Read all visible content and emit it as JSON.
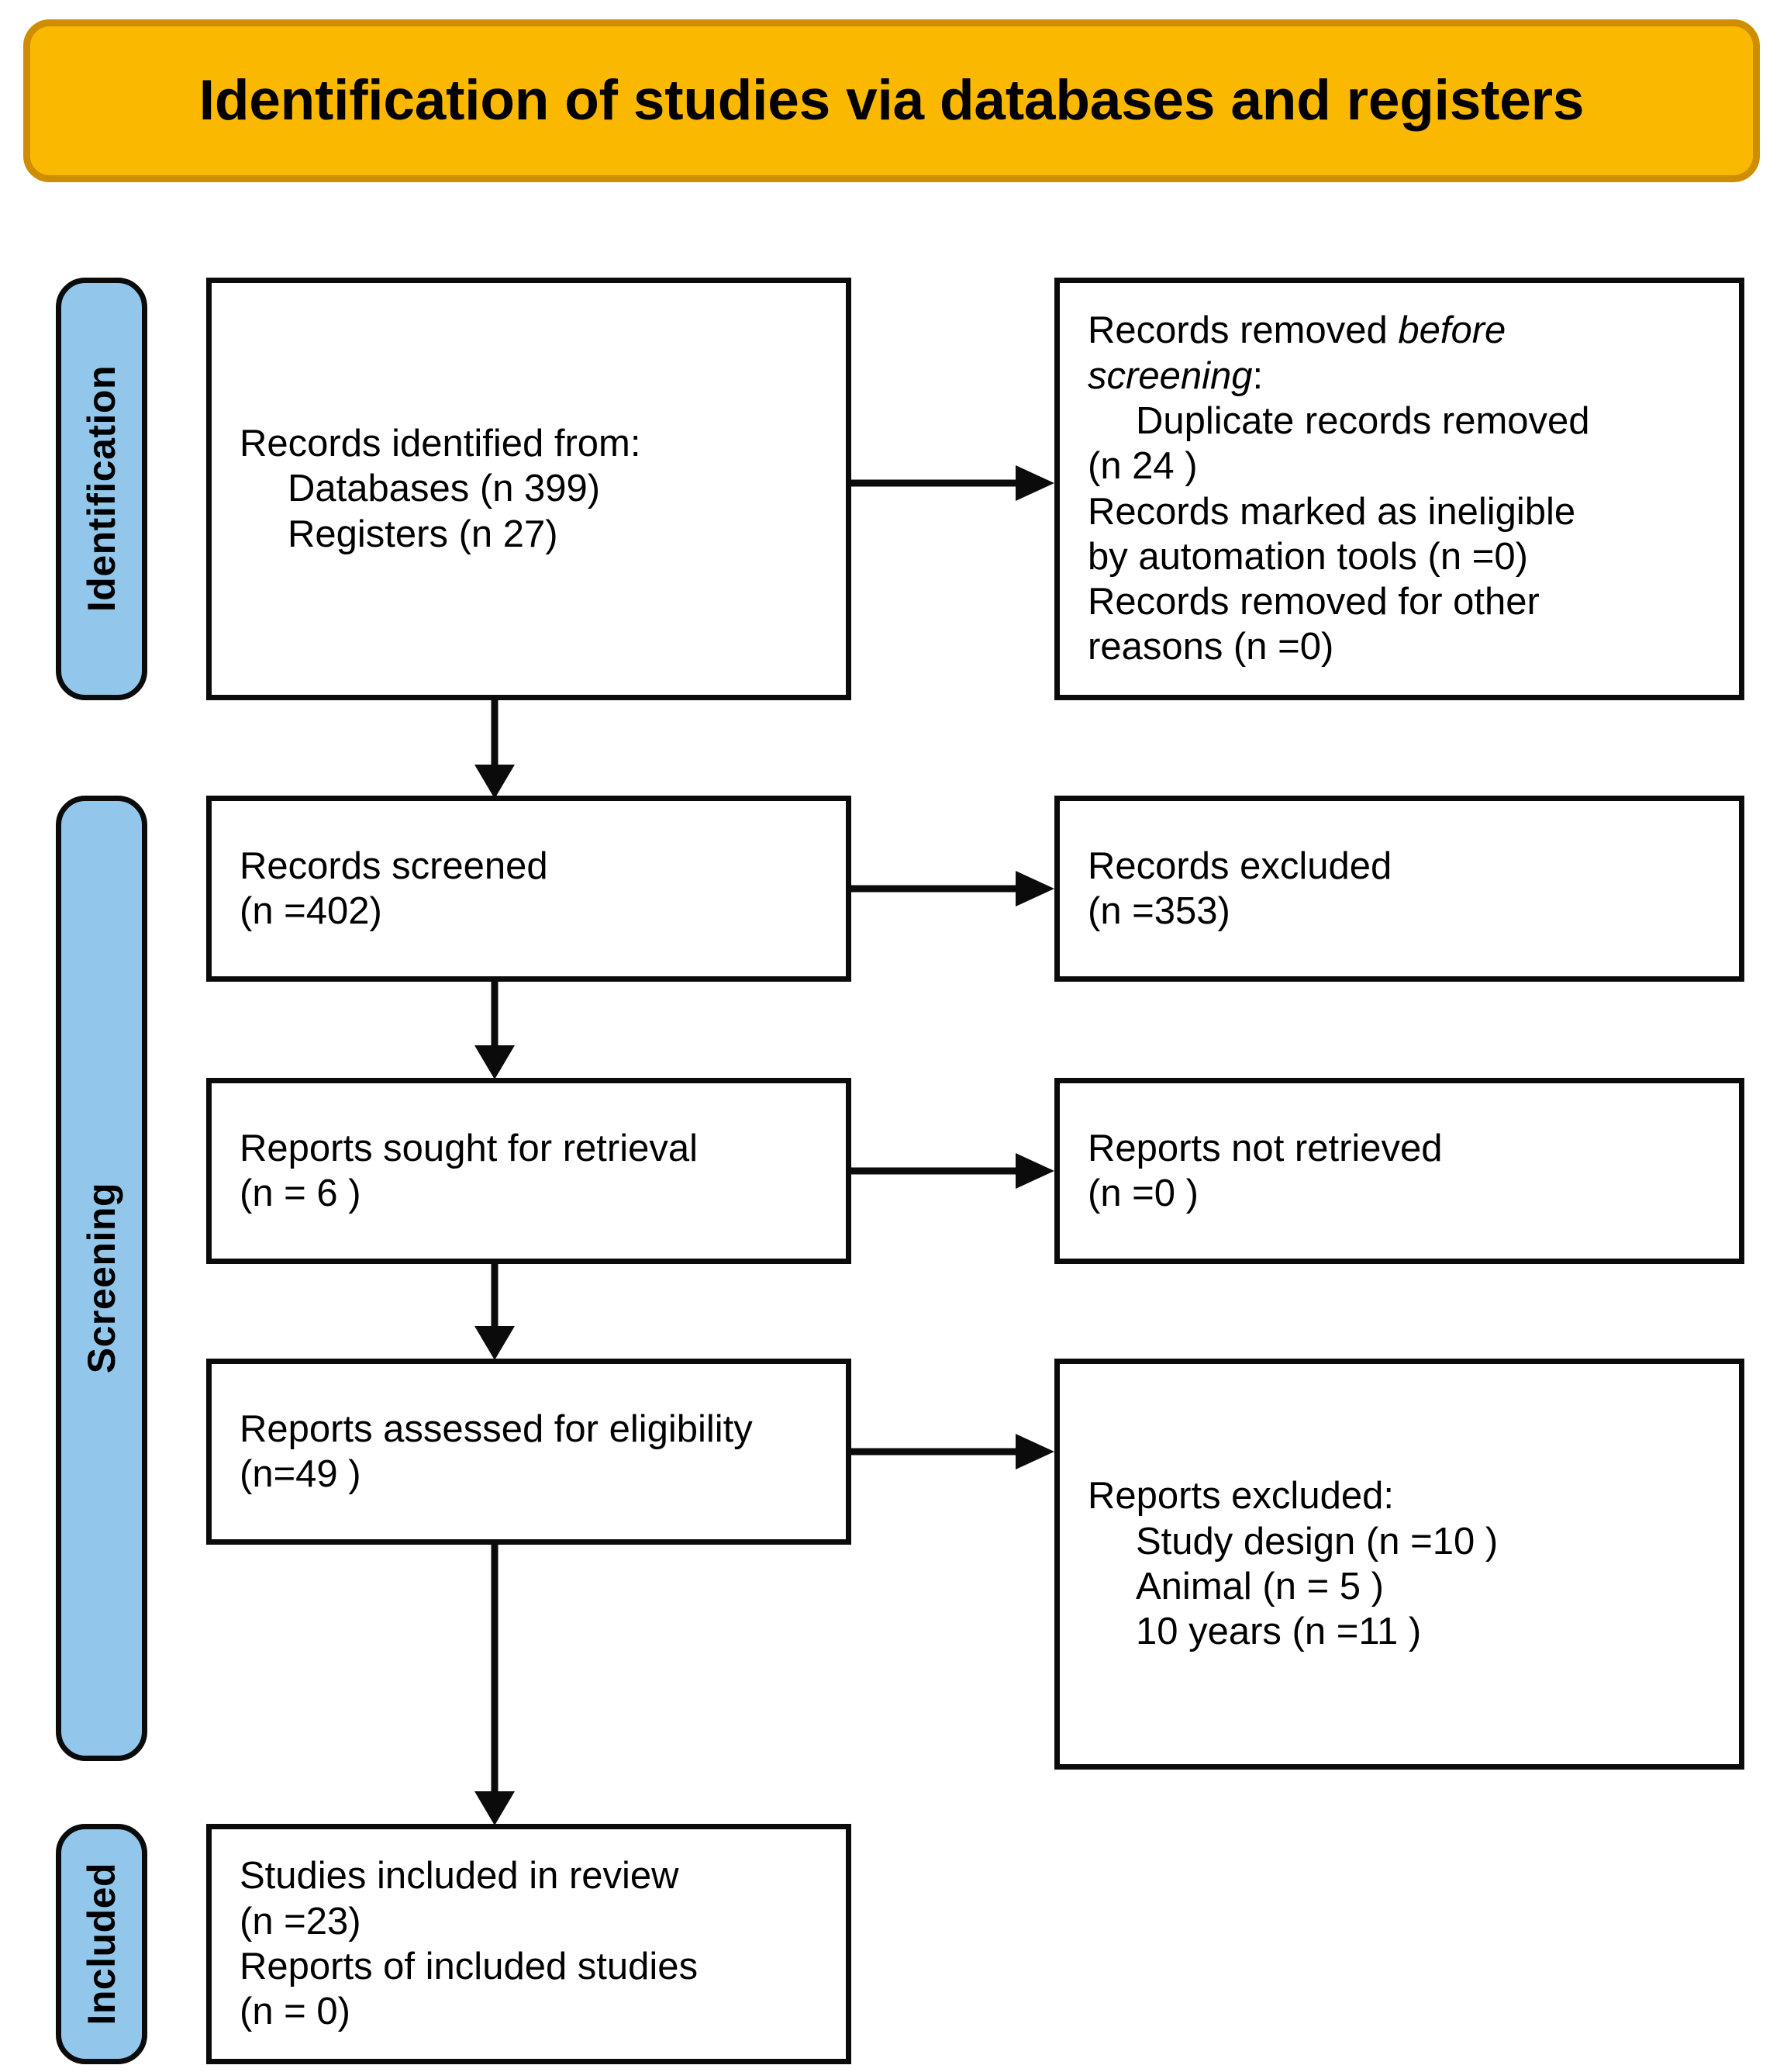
{
  "header": {
    "title": "Identification of studies via databases and registers",
    "background_color": "#FAB800",
    "border_color": "#CE8E00"
  },
  "stage_bands": {
    "fill_color": "#92C7EB",
    "border_color": "#0B0B0B",
    "items": [
      {
        "id": "identification",
        "label": "Identification"
      },
      {
        "id": "screening",
        "label": "Screening"
      },
      {
        "id": "included",
        "label": "Included"
      }
    ]
  },
  "boxes": {
    "identified": {
      "title": "Records identified from:",
      "line2": "Databases (n 399)",
      "line3": "Registers (n 27)"
    },
    "removed_before_screening": {
      "line1": "Records removed ",
      "line1_italic": "before",
      "line2_italic": "screening",
      "line2_tail": ":",
      "line3": "Duplicate records removed",
      "line4": "(n 24 )",
      "line5": "Records marked as ineligible",
      "line6": "by automation tools (n =0)",
      "line7": "Records removed for other",
      "line8": "reasons (n =0)"
    },
    "screened": {
      "line1": "Records screened",
      "line2": "(n =402)"
    },
    "records_excluded": {
      "line1": "Records excluded",
      "line2": "(n =353)"
    },
    "sought": {
      "line1": "Reports sought for retrieval",
      "line2": "(n = 6 )"
    },
    "not_retrieved": {
      "line1": "Reports not retrieved",
      "line2": "(n =0 )"
    },
    "assessed": {
      "line1": "Reports assessed for eligibility",
      "line2": "(n=49 )"
    },
    "reports_excluded": {
      "line1": "Reports excluded:",
      "line2": "Study design (n =10 )",
      "line3": "Animal (n = 5 )",
      "line4": "10 years (n =11 )"
    },
    "included": {
      "line1": "Studies included in review",
      "line2": "(n =23)",
      "line3": "Reports of included studies",
      "line4": "(n = 0)"
    }
  },
  "chart_data": {
    "type": "diagram",
    "title": "Identification of studies via databases and registers",
    "diagram_kind": "PRISMA 2020 flow diagram",
    "stages": [
      "Identification",
      "Screening",
      "Included"
    ],
    "nodes": [
      {
        "id": "identified",
        "stage": "Identification",
        "label": "Records identified from: Databases (n 399); Registers (n 27)",
        "counts": {
          "databases": 399,
          "registers": 27
        }
      },
      {
        "id": "removed_before_screening",
        "stage": "Identification",
        "label": "Records removed before screening",
        "counts": {
          "duplicate_records_removed": 24,
          "marked_ineligible_by_automation_tools": 0,
          "removed_for_other_reasons": 0
        }
      },
      {
        "id": "screened",
        "stage": "Screening",
        "label": "Records screened",
        "counts": {
          "n": 402
        }
      },
      {
        "id": "records_excluded",
        "stage": "Screening",
        "label": "Records excluded",
        "counts": {
          "n": 353
        }
      },
      {
        "id": "sought",
        "stage": "Screening",
        "label": "Reports sought for retrieval",
        "counts": {
          "n": 6
        }
      },
      {
        "id": "not_retrieved",
        "stage": "Screening",
        "label": "Reports not retrieved",
        "counts": {
          "n": 0
        }
      },
      {
        "id": "assessed",
        "stage": "Screening",
        "label": "Reports assessed for eligibility",
        "counts": {
          "n": 49
        }
      },
      {
        "id": "reports_excluded",
        "stage": "Screening",
        "label": "Reports excluded",
        "counts": {
          "study_design": 10,
          "animal": 5,
          "ten_years": 11
        }
      },
      {
        "id": "included",
        "stage": "Included",
        "label": "Studies included in review",
        "counts": {
          "studies_included_in_review": 23,
          "reports_of_included_studies": 0
        }
      }
    ],
    "edges": [
      {
        "from": "identified",
        "to": "removed_before_screening",
        "direction": "right"
      },
      {
        "from": "identified",
        "to": "screened",
        "direction": "down"
      },
      {
        "from": "screened",
        "to": "records_excluded",
        "direction": "right"
      },
      {
        "from": "screened",
        "to": "sought",
        "direction": "down"
      },
      {
        "from": "sought",
        "to": "not_retrieved",
        "direction": "right"
      },
      {
        "from": "sought",
        "to": "assessed",
        "direction": "down"
      },
      {
        "from": "assessed",
        "to": "reports_excluded",
        "direction": "right"
      },
      {
        "from": "assessed",
        "to": "included",
        "direction": "down"
      }
    ]
  }
}
